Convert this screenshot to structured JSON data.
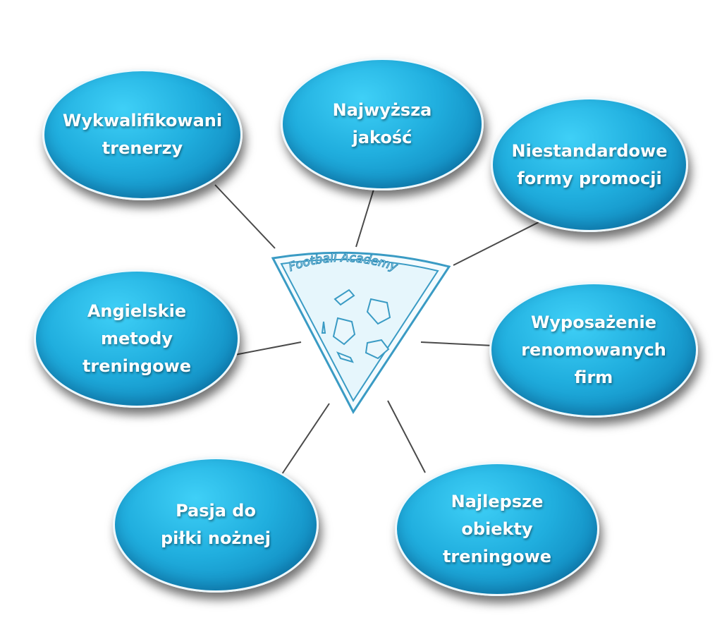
{
  "nodes": [
    {
      "id": "qualified-coaches",
      "label": "Wykwalifikowani\ntrenerzy"
    },
    {
      "id": "highest-quality",
      "label": "Najwyższa\njakość"
    },
    {
      "id": "custom-promotion",
      "label": "Niestandardowe\nformy promocji"
    },
    {
      "id": "english-methods",
      "label": "Angielskie\nmetody\ntreningowe"
    },
    {
      "id": "renowned-equipment",
      "label": "Wyposażenie\nrenomowanych\nfirm"
    },
    {
      "id": "football-passion",
      "label": "Pasja do\npiłki nożnej"
    },
    {
      "id": "best-facilities",
      "label": "Najlepsze\nobiekty\ntreningowe"
    }
  ],
  "logo": {
    "text": "Football Academy",
    "icon": "soccer-ball-icon"
  },
  "colors": {
    "node_fill": "#20aede",
    "node_border": "#eef8fc",
    "logo_fill": "#e6f6fc",
    "logo_stroke": "#3a9bc4",
    "connector": "#4a4a4a",
    "label": "#ffffff"
  }
}
